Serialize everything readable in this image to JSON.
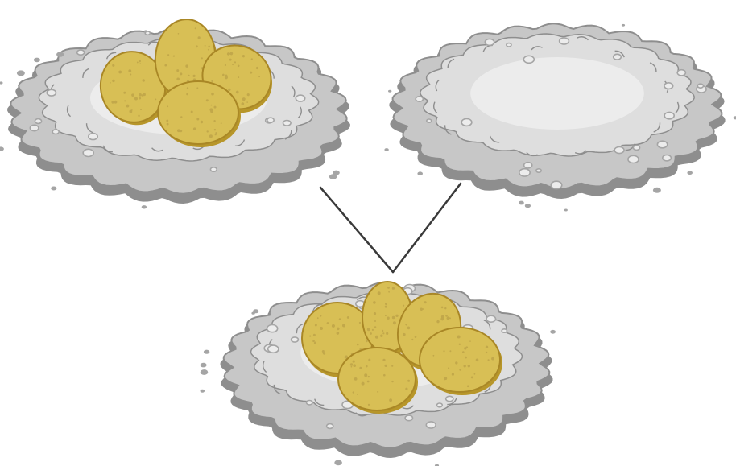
{
  "diagram": {
    "nodes": [
      {
        "id": "parent-a",
        "label": "",
        "egg_count": 4
      },
      {
        "id": "parent-b",
        "label": "",
        "egg_count": 0
      },
      {
        "id": "offspring",
        "label": "",
        "egg_count": 5
      }
    ],
    "edges": [
      {
        "from": "parent-a",
        "to": "offspring"
      },
      {
        "from": "parent-b",
        "to": "offspring"
      }
    ]
  },
  "colors": {
    "background": "#ffffff",
    "nest_outer": "#8e8e8e",
    "nest_fill": "#c7c7c7",
    "nest_light": "#dedede",
    "nest_inner": "#ececec",
    "pebble": "#a5a5a5",
    "egg_fill": "#d8bf55",
    "egg_shadow": "#b7962a",
    "egg_speckle": "#c2a84a",
    "egg_outline": "#a98726",
    "line": "#3a3a3a"
  }
}
